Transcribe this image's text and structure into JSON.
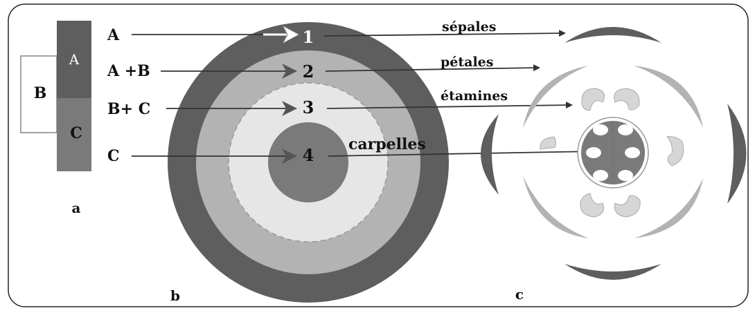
{
  "colors": {
    "sepal": "#5e5e5e",
    "petal": "#b3b3b3",
    "stamen": "#d6d6d6",
    "carpel": "#7a7a7a",
    "frame": "#222222",
    "text": "#111111"
  },
  "panel_a": {
    "label": "a",
    "letter_a": "A",
    "letter_b": "B",
    "letter_c": "C"
  },
  "panel_b": {
    "label": "b",
    "whorls": [
      {
        "number": "1",
        "genes": "A"
      },
      {
        "number": "2",
        "genes": "A +B"
      },
      {
        "number": "3",
        "genes": "B+ C"
      },
      {
        "number": "4",
        "genes": "C"
      }
    ]
  },
  "panel_c": {
    "label": "c",
    "organs": [
      "sépales",
      "pétales",
      "étamines",
      "carpelles"
    ]
  }
}
